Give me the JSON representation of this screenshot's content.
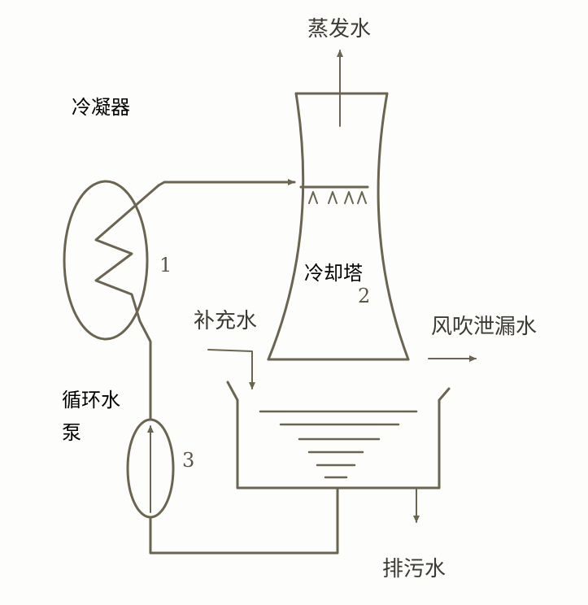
{
  "labels": {
    "evaporation": "蒸发水",
    "condenser": "冷凝器",
    "cooling_tower": "冷却塔",
    "makeup_water": "补充水",
    "windage_loss": "风吹泄漏水",
    "pump_line1": "循环水",
    "pump_line2": "泵",
    "blowdown": "排污水",
    "num1": "1",
    "num2": "2",
    "num3": "3"
  },
  "colors": {
    "line": "#6b6450"
  }
}
